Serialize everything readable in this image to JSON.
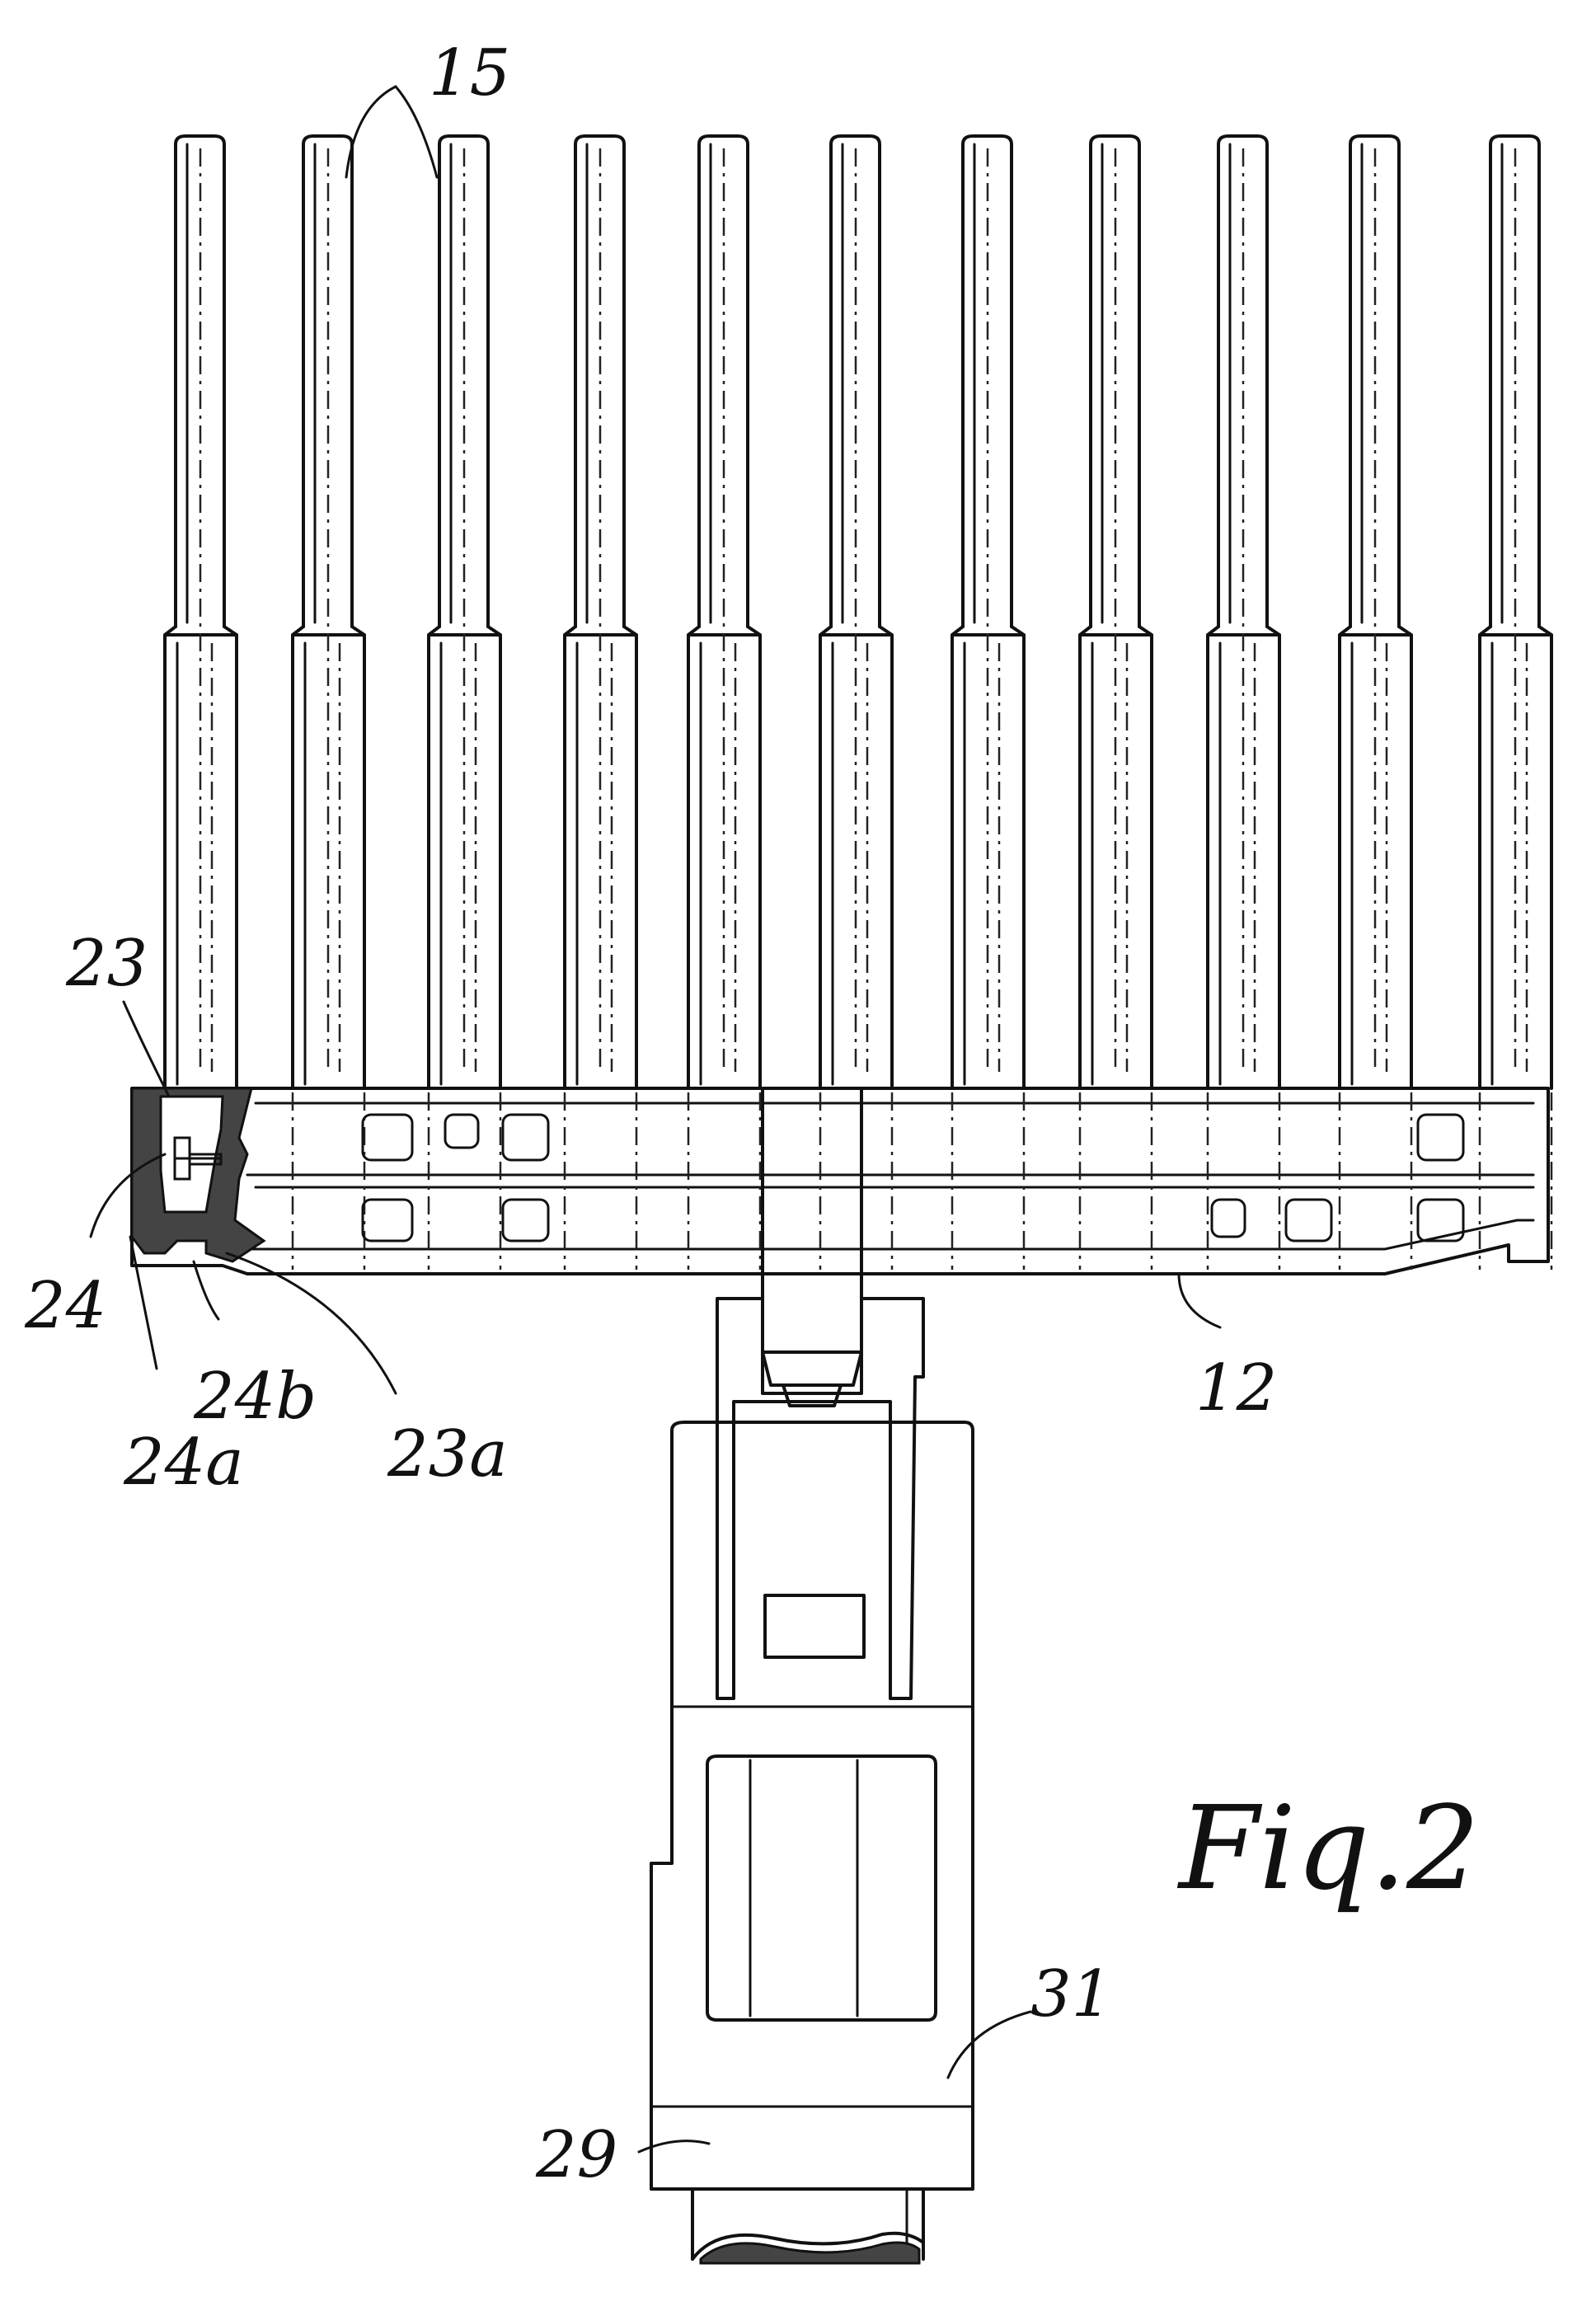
{
  "figure": {
    "caption": "Fiq.2",
    "ink_color": "#111111",
    "background_color": "#ffffff",
    "labels": {
      "l15": "15",
      "l23": "23",
      "l24": "24",
      "l24b": "24b",
      "l24a": "24a",
      "l23a": "23a",
      "l12": "12",
      "l31": "31",
      "l29": "29"
    }
  }
}
